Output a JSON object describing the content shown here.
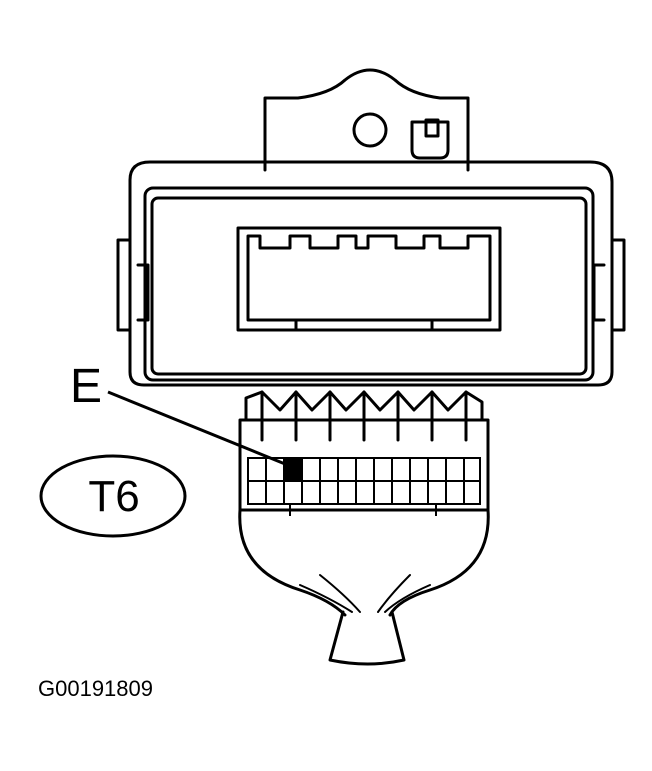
{
  "figure": {
    "callout_letter": "E",
    "badge_label": "T6",
    "figure_code": "G00191809",
    "line_color": "#000000",
    "fill_color": "#ffffff",
    "highlighted_terminal_color": "#000000"
  }
}
